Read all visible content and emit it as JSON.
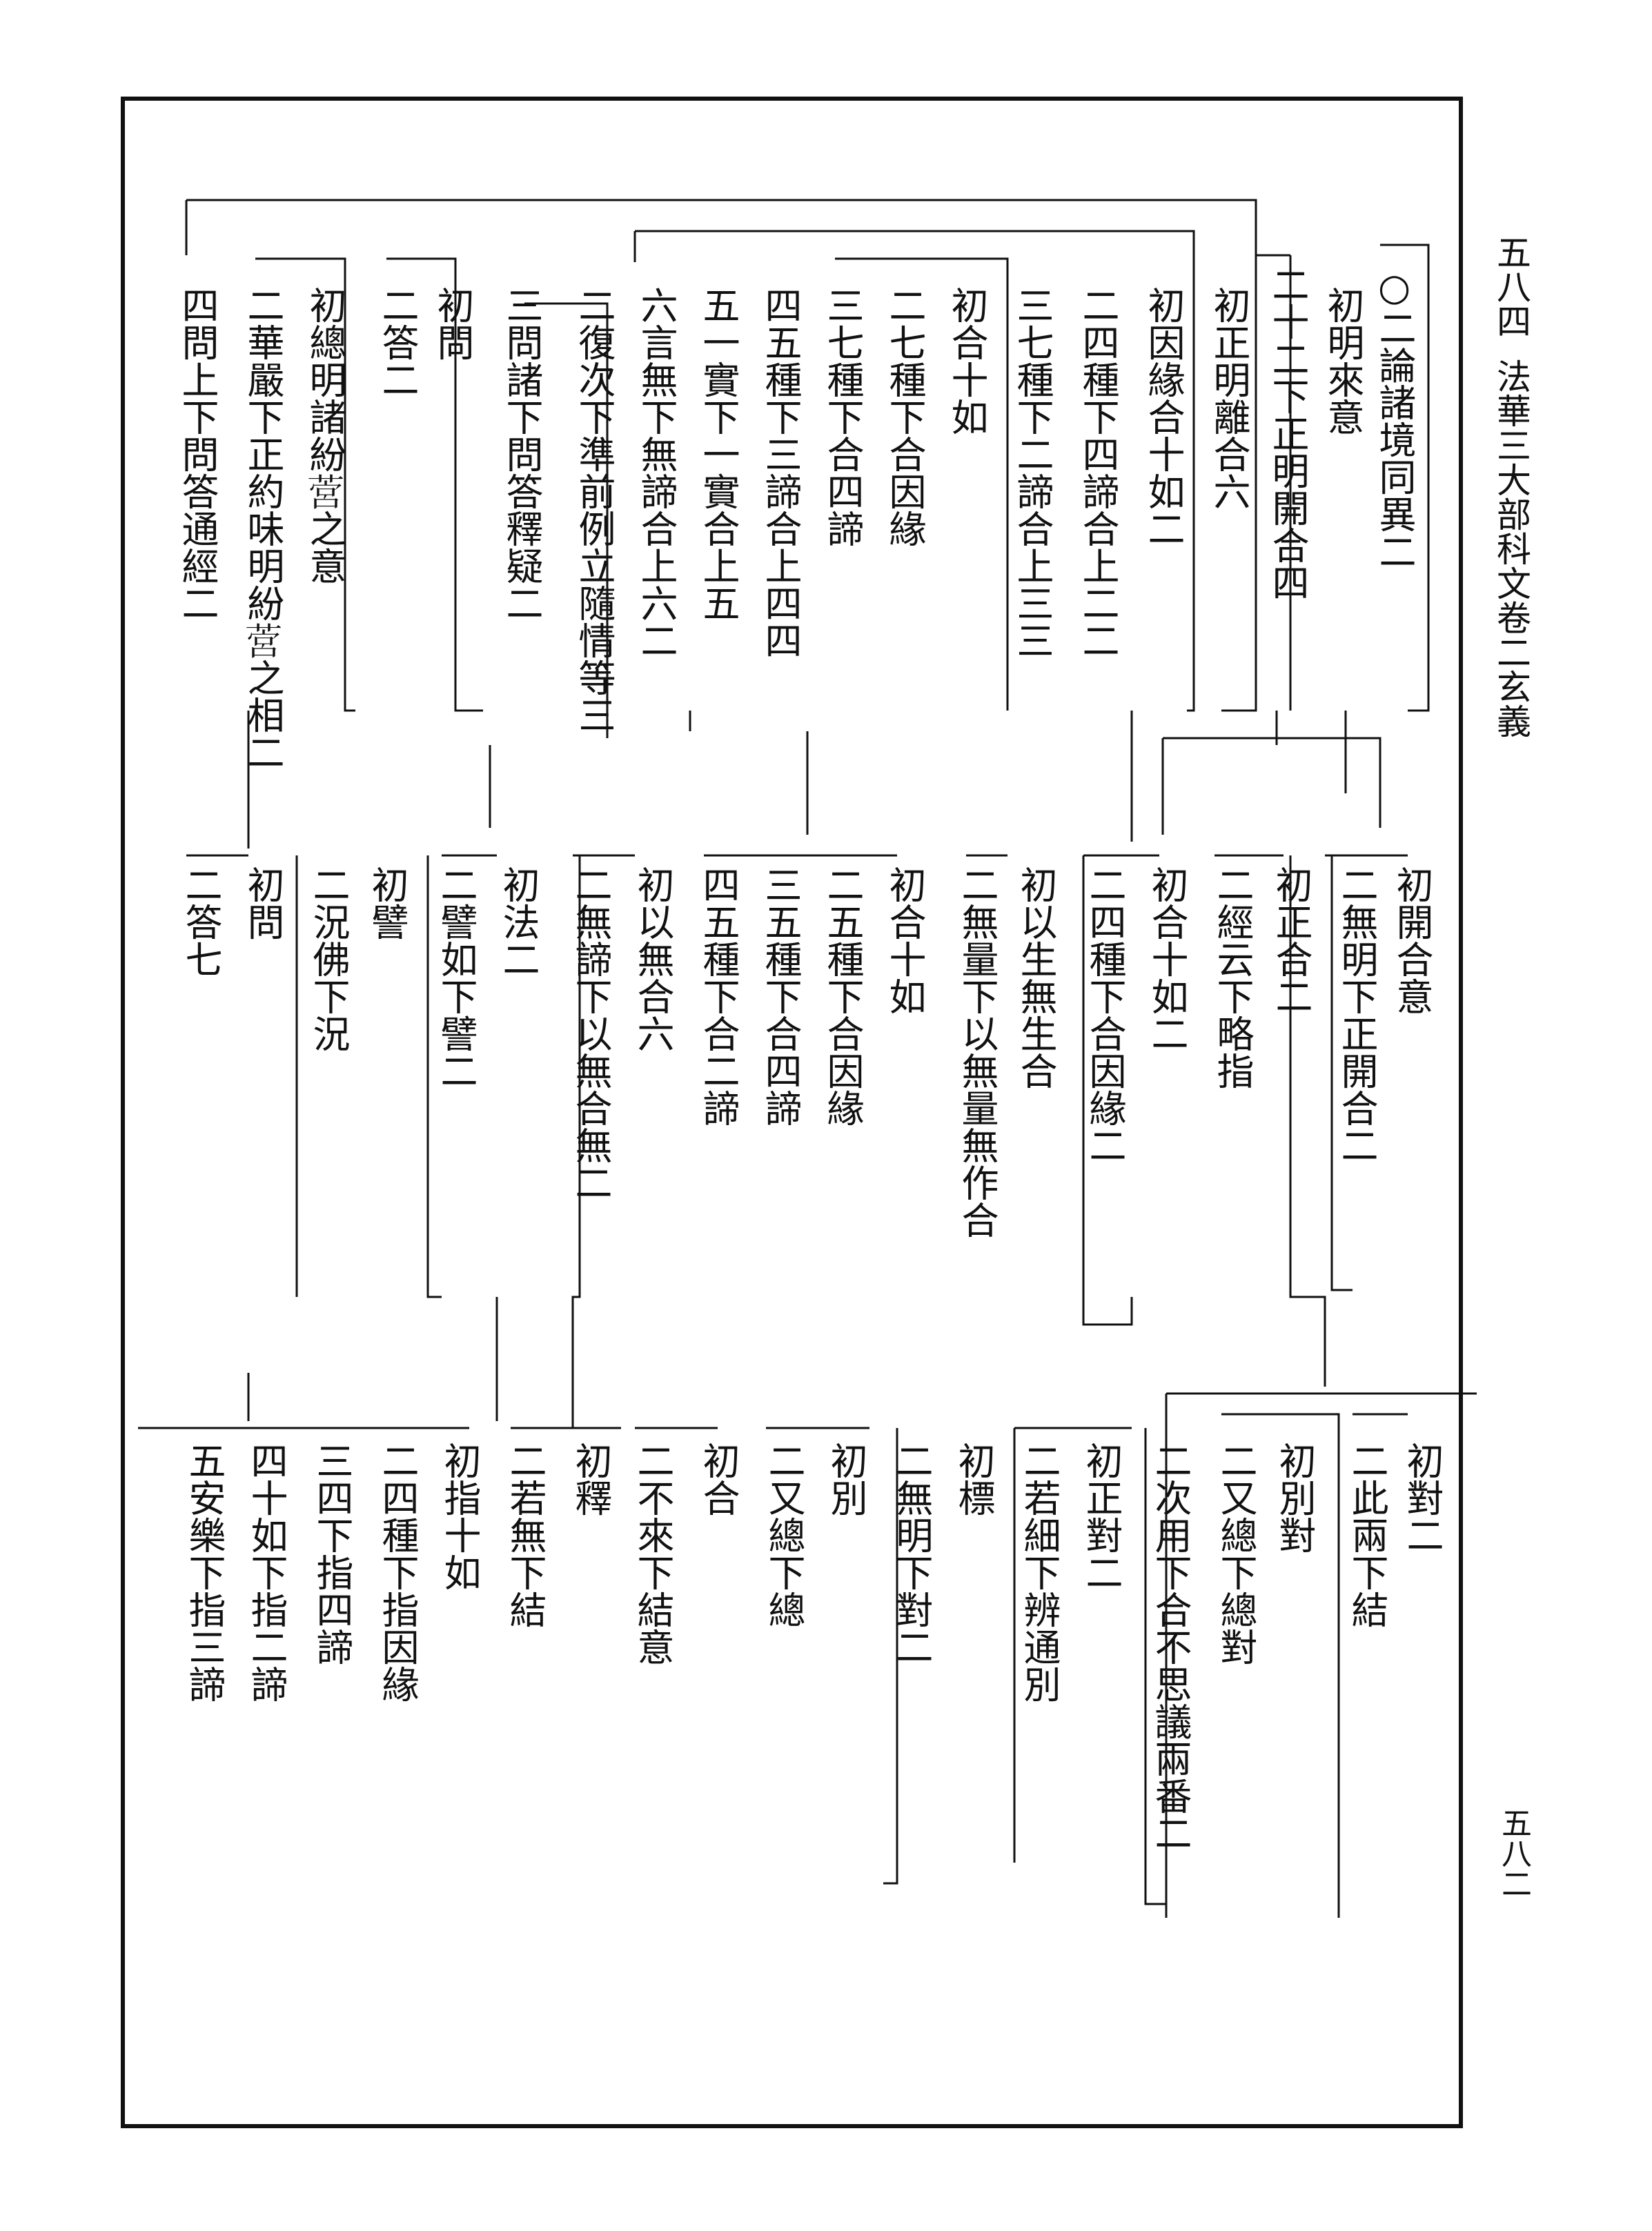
{
  "header": {
    "page_number": "五八四",
    "book_title": "法華三大部科文卷二玄義"
  },
  "footer": {
    "folio": "五八二"
  },
  "outline": {
    "rows": [
      {
        "entries": [
          "○二論諸境同異二",
          "初明來意",
          "二十二下正明開合四",
          "初正明離合六",
          "初因緣合十如二",
          "二四種下四諦合上二二",
          "三七種下二諦合上三三",
          "初合十如",
          "二七種下合因緣",
          "三七種下合四諦",
          "四五種下三諦合上四四",
          "五一實下一實合上五",
          "六言無下無諦合上六二",
          "二復次下準前例立隨情等三",
          "三問諸下問答釋疑二",
          "初問",
          "二答二",
          "初總明諸紛𦵡之意",
          "二華嚴下正約味明紛𦵡之相二",
          "四問上下問答通經二"
        ]
      },
      {
        "entries": [
          "初開合意",
          "二無明下正開合二",
          "初正合二",
          "二經云下略指",
          "初合十如二",
          "二四種下合因緣二",
          "初以生無生合",
          "二無量下以無量無作合",
          "初合十如",
          "二五種下合因緣",
          "三五種下合四諦",
          "四五種下合二諦",
          "初以無合六",
          "二無諦下以無合無二",
          "初法二",
          "二譬如下譬二",
          "初譬",
          "二況佛下況",
          "初問",
          "二答七"
        ]
      },
      {
        "entries": [
          "初對二",
          "二此兩下結",
          "初別對",
          "二又總下總對",
          "二次用下合不思議兩番二",
          "初正對二",
          "二若細下辨通別",
          "初標",
          "二無明下對二",
          "初別",
          "二又總下總",
          "初合",
          "二不來下結意",
          "初釋",
          "二若無下結",
          "初指十如",
          "二四種下指因緣",
          "三四下指四諦",
          "四十如下指二諦",
          "五安樂下指三諦"
        ]
      }
    ]
  }
}
